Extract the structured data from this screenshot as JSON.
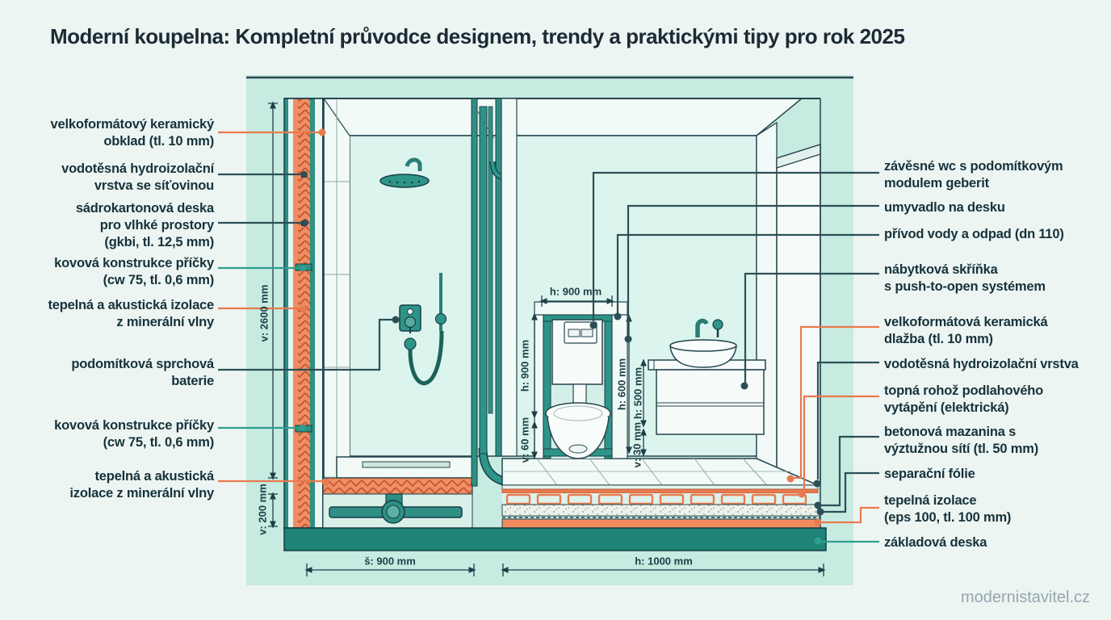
{
  "title": "Moderní koupelna: Kompletní průvodce designem, trendy a praktickými tipy pro rok 2025",
  "watermark": "modernistavitel.cz",
  "colors": {
    "accent_orange": "#e87a4e",
    "accent_teal": "#2f9e8f",
    "accent_dark": "#2c4f57",
    "panel_mint": "#c7eae1",
    "structure_teal": "#2f8f84",
    "base_slab": "#1e8478",
    "insulation_orange": "#ef8e63"
  },
  "labels": {
    "left": [
      {
        "text": "velkoformátový keramický\nobklad (tl. 10 mm)",
        "leader": "orange"
      },
      {
        "text": "vodotěsná hydroizolační\nvrstva se síťovinou",
        "leader": "dark"
      },
      {
        "text": "sádrokartonová deska\npro vlhké prostory\n(gkbi, tl. 12,5 mm)",
        "leader": "dark"
      },
      {
        "text": "kovová konstrukce příčky\n(cw 75, tl. 0,6 mm)",
        "leader": "teal"
      },
      {
        "text": "tepelná a akustická izolace\nz minerální vlny",
        "leader": "orange"
      },
      {
        "text": "podomítková sprchová\nbaterie",
        "leader": "dark"
      },
      {
        "text": "kovová konstrukce příčky\n(cw 75, tl. 0,6 mm)",
        "leader": "teal"
      },
      {
        "text": "tepelná a akustická\nizolace z minerální vlny",
        "leader": "orange"
      }
    ],
    "right": [
      {
        "text": "závěsné wc s podomítkovým\nmodulem geberit",
        "leader": "dark"
      },
      {
        "text": "umyvadlo na desku",
        "leader": "dark"
      },
      {
        "text": "přívod vody a odpad (dn 110)",
        "leader": "dark"
      },
      {
        "text": "nábytková skříňka\ns push-to-open systémem",
        "leader": "dark"
      },
      {
        "text": "velkoformátová keramická\ndlažba (tl. 10 mm)",
        "leader": "orange"
      },
      {
        "text": "vodotěsná hydroizolační vrstva",
        "leader": "dark"
      },
      {
        "text": "topná rohož podlahového\nvytápění (elektrická)",
        "leader": "orange"
      },
      {
        "text": "betonová mazanina s\nvýztužnou sítí (tl. 50 mm)",
        "leader": "dark"
      },
      {
        "text": "separační fólie",
        "leader": "dark"
      },
      {
        "text": "tepelná izolace\n(eps 100, tl. 100 mm)",
        "leader": "orange"
      },
      {
        "text": "základová deska",
        "leader": "teal"
      }
    ]
  },
  "dimensions": {
    "v2600": "v: 2600 mm",
    "v200": "v: 200 mm",
    "s900": "š: 900 mm",
    "h1000": "h: 1000 mm",
    "h900_top": "h: 900 mm",
    "h900_left": "h: 900 mm",
    "v60": "v: 60 mm",
    "h600": "h: 600 mm",
    "h500": "h: 500 mm",
    "v30": "v: 30 mm"
  }
}
